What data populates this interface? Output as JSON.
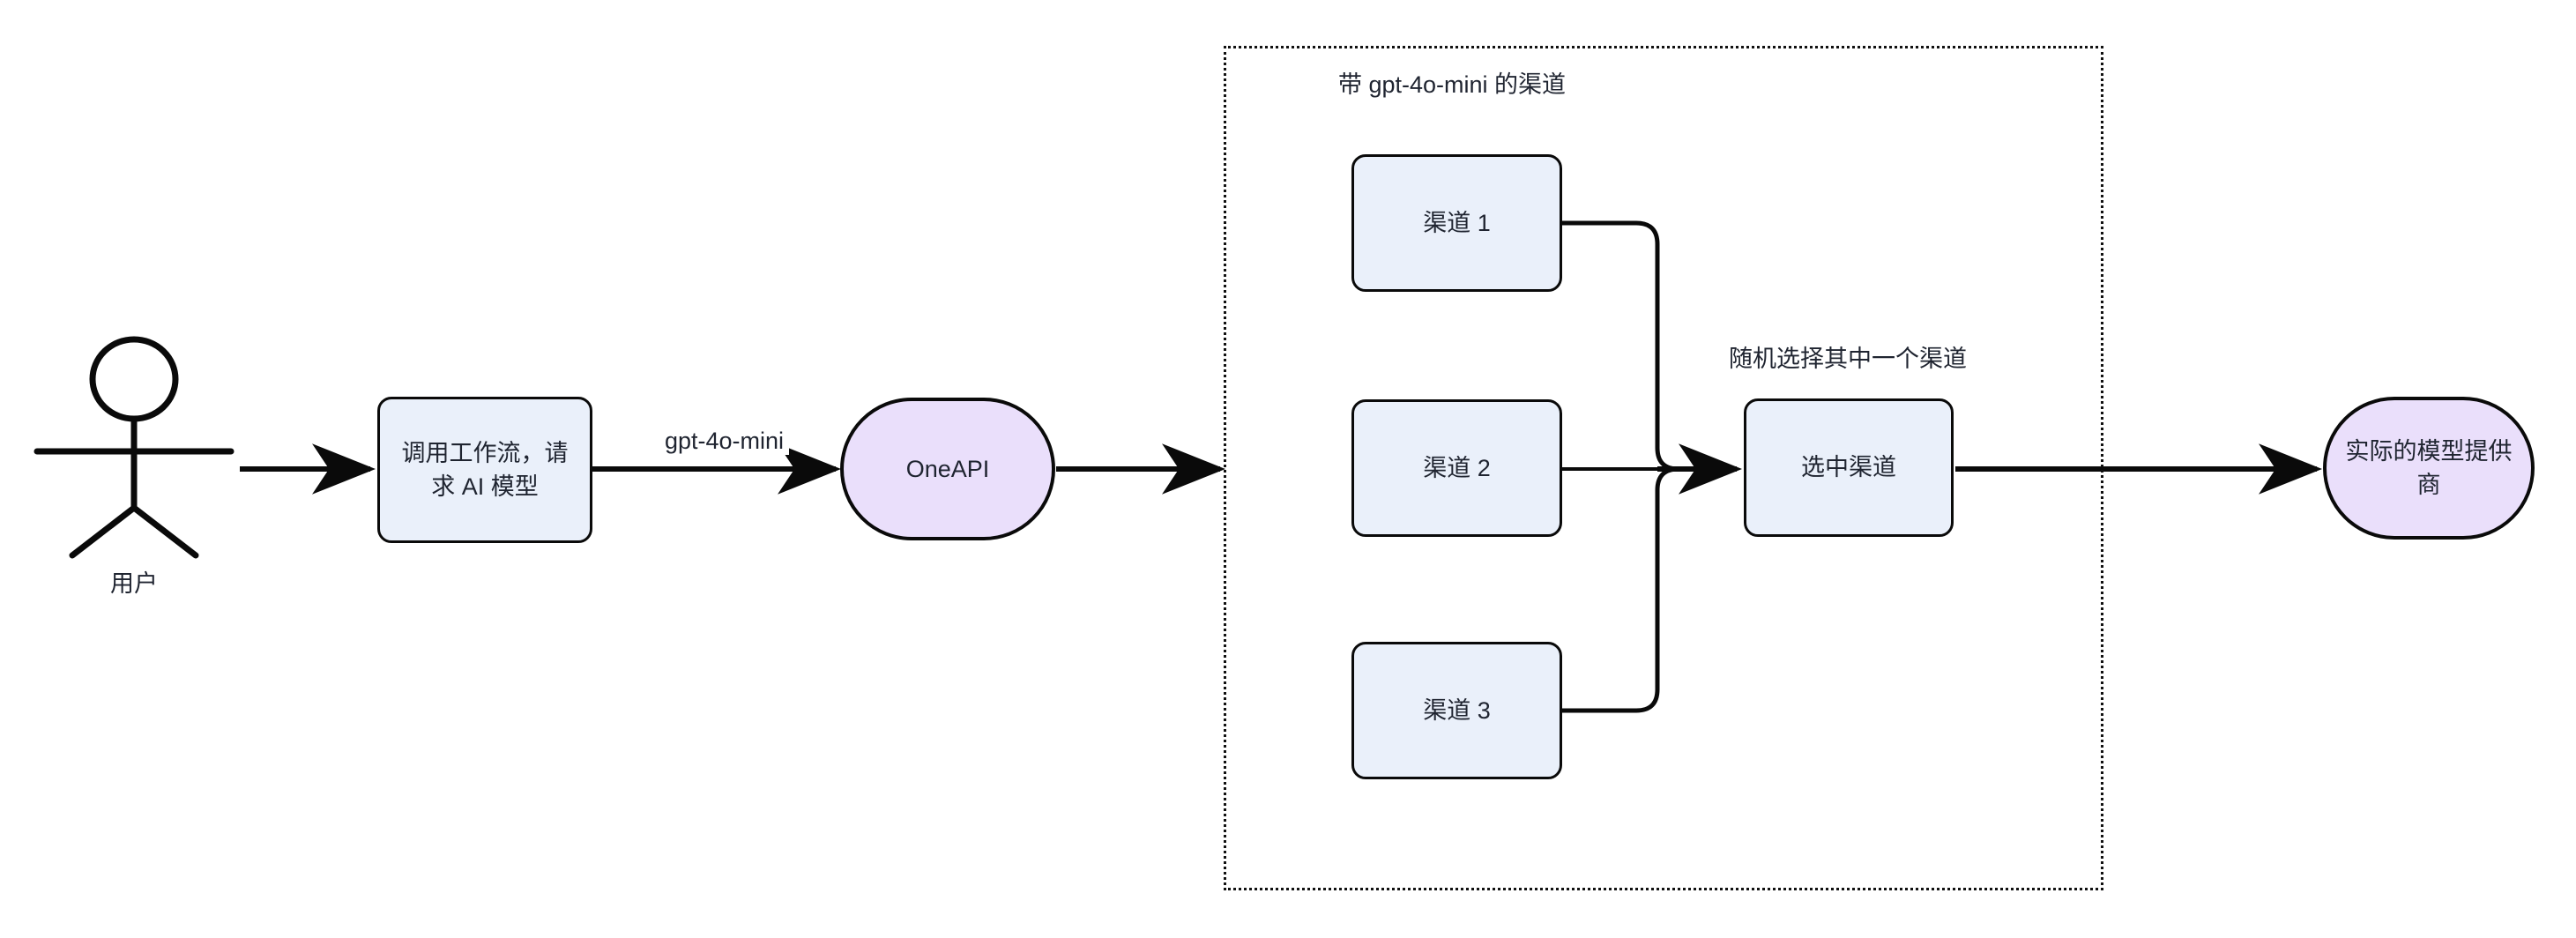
{
  "diagram": {
    "title_hidden": "",
    "colors": {
      "box_fill": "#eaf0fa",
      "pill_fill": "#eadffb",
      "stroke": "#0a0a0a",
      "text": "#1f2430",
      "background": "#ffffff",
      "group_border": "#111111"
    },
    "actor": {
      "name": "user-actor",
      "label": "用户"
    },
    "nodes": [
      {
        "id": "workflow-call",
        "label": "调用工作流，请求 AI 模型",
        "shape": "rounded-rect",
        "fill": "#eaf0fa"
      },
      {
        "id": "oneapi",
        "label": "OneAPI",
        "shape": "stadium",
        "fill": "#eadffb"
      },
      {
        "id": "channel-1",
        "label": "渠道 1",
        "shape": "rounded-rect",
        "fill": "#eaf0fa"
      },
      {
        "id": "channel-2",
        "label": "渠道 2",
        "shape": "rounded-rect",
        "fill": "#eaf0fa"
      },
      {
        "id": "channel-3",
        "label": "渠道 3",
        "shape": "rounded-rect",
        "fill": "#eaf0fa"
      },
      {
        "id": "selected-channel",
        "label": "选中渠道",
        "shape": "rounded-rect",
        "fill": "#eaf0fa"
      },
      {
        "id": "real-provider",
        "label": "实际的模型提供商",
        "shape": "stadium",
        "fill": "#eadffb"
      }
    ],
    "group": {
      "id": "gpt4omini-channel-group",
      "title": "带 gpt-4o-mini 的渠道",
      "border_style": "dotted"
    },
    "edge_labels": [
      {
        "id": "model-name-label",
        "text": "gpt-4o-mini"
      },
      {
        "id": "random-pick-label",
        "text": "随机选择其中一个渠道"
      }
    ],
    "edges": [
      {
        "from": "user-actor",
        "to": "workflow-call",
        "label": ""
      },
      {
        "from": "workflow-call",
        "to": "oneapi",
        "label": "gpt-4o-mini"
      },
      {
        "from": "oneapi",
        "to": "gpt4omini-channel-group",
        "label": ""
      },
      {
        "from": "channel-1",
        "to": "selected-channel",
        "label": ""
      },
      {
        "from": "channel-2",
        "to": "selected-channel",
        "label": "随机选择其中一个渠道"
      },
      {
        "from": "channel-3",
        "to": "selected-channel",
        "label": ""
      },
      {
        "from": "selected-channel",
        "to": "real-provider",
        "label": ""
      }
    ]
  }
}
